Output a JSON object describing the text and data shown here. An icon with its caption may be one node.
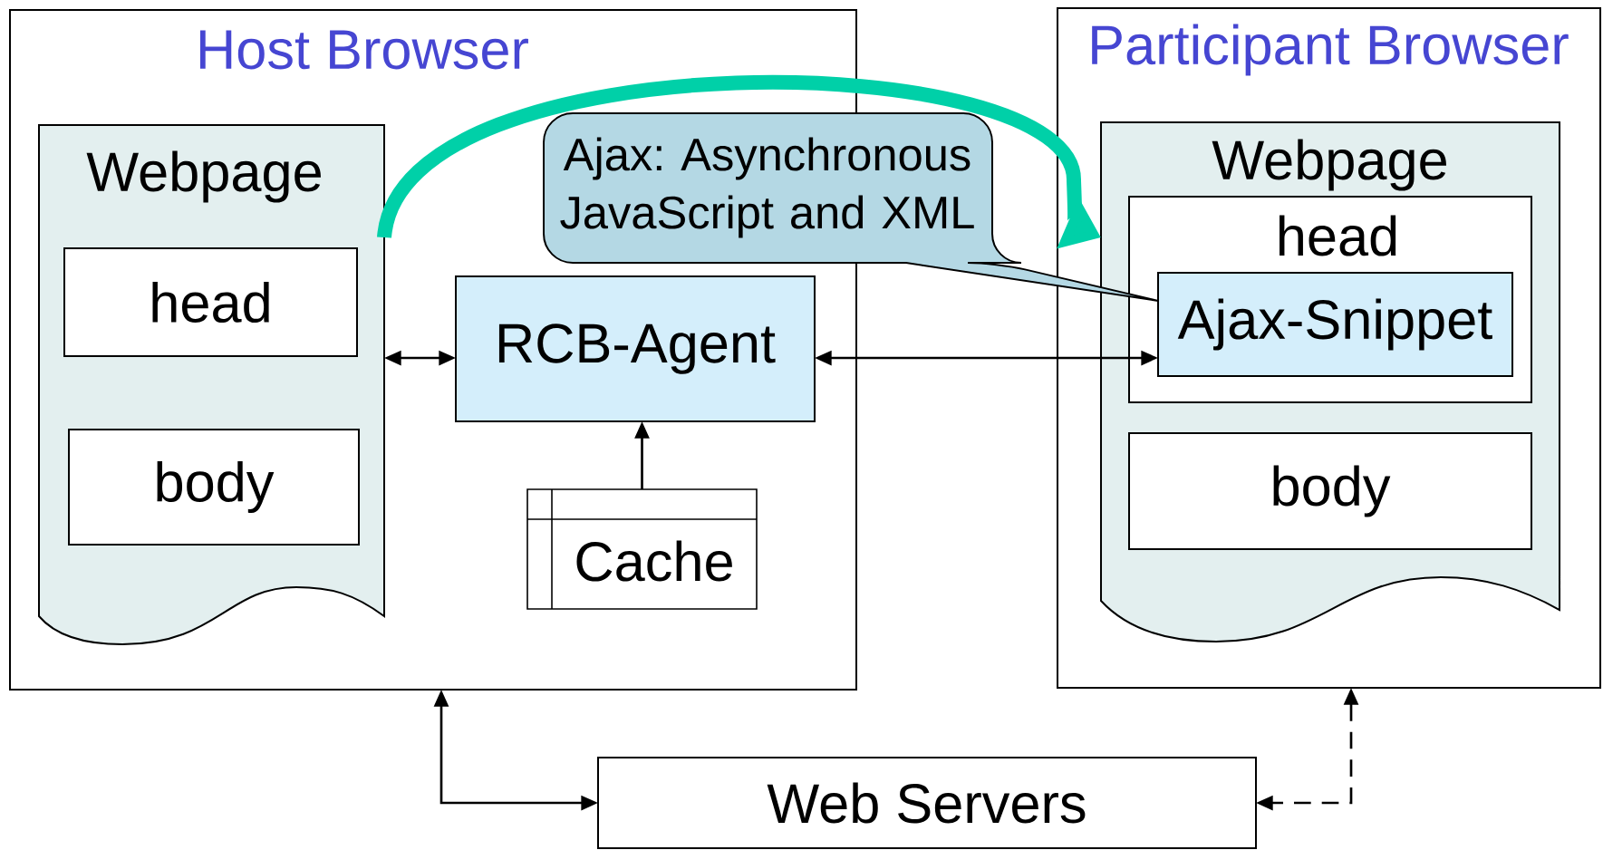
{
  "diagram": {
    "nodes": [
      {
        "text": [
          "Host Browser"
        ]
      },
      {
        "text": [
          "Webpage"
        ],
        "in": 0
      },
      {
        "text": [
          "head"
        ],
        "in": 1
      },
      {
        "text": [
          "body"
        ],
        "in": 1
      },
      {
        "text": [
          "RCB-Agent"
        ],
        "in": 0
      },
      {
        "text": [
          "Cache"
        ],
        "in": 0
      },
      {
        "text": [
          "Participant Browser"
        ]
      },
      {
        "text": [
          "Webpage"
        ],
        "in": 6
      },
      {
        "text": [
          "head"
        ],
        "in": 7
      },
      {
        "text": [
          "Ajax-Snippet"
        ],
        "in": 8
      },
      {
        "text": [
          "body"
        ],
        "in": 7
      },
      {
        "text": [
          "Web Servers"
        ]
      },
      {
        "text": [
          "Ajax: Asynchronous JavaScript and XML"
        ]
      }
    ],
    "edges": [
      {
        "from": 1,
        "to": 4,
        "arrow": "both"
      },
      {
        "from": 4,
        "to": 9,
        "arrow": "both"
      },
      {
        "from": 5,
        "to": 4,
        "arrow": "to"
      },
      {
        "from": 0,
        "to": 11,
        "arrow": "both"
      },
      {
        "from": 6,
        "to": 11,
        "arrow": "both",
        "style": "dashed"
      },
      {
        "from": 1,
        "to": 7,
        "arrow": "to",
        "style": "thick",
        "color": "#00d0a8"
      }
    ]
  }
}
